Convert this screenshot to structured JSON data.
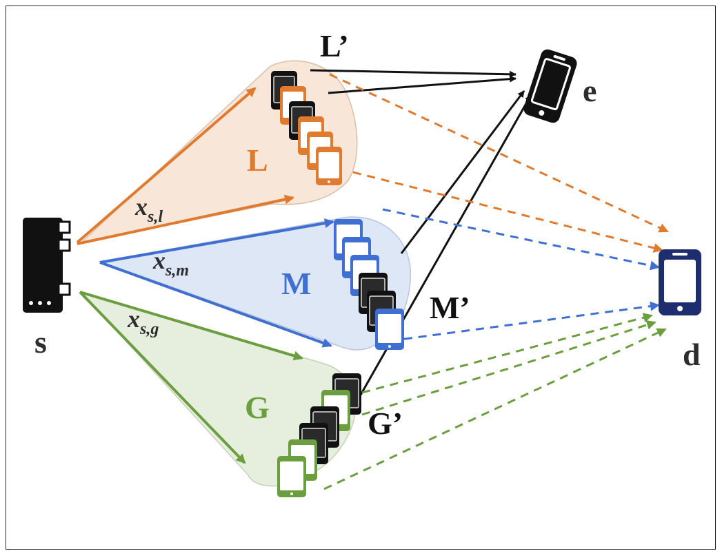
{
  "colors": {
    "orange": "#e07a2e",
    "blue": "#3f6fd0",
    "green": "#6a9e3f",
    "black": "#111111",
    "navy": "#1d2d6e",
    "orange_fill": "#f8e6d8",
    "blue_fill": "#dde7f6",
    "green_fill": "#e6eedd"
  },
  "nodes": {
    "source": "s",
    "destination": "d",
    "eavesdropper": "e"
  },
  "groups": {
    "l": {
      "label": "L",
      "prime": "L’",
      "edge": "x",
      "edge_sub": "s,l"
    },
    "m": {
      "label": "M",
      "prime": "M’",
      "edge": "x",
      "edge_sub": "s,m"
    },
    "g": {
      "label": "G",
      "prime": "G’",
      "edge": "x",
      "edge_sub": "s,g"
    }
  },
  "icons": {
    "server": "server-icon",
    "phone": "smartphone-icon"
  }
}
